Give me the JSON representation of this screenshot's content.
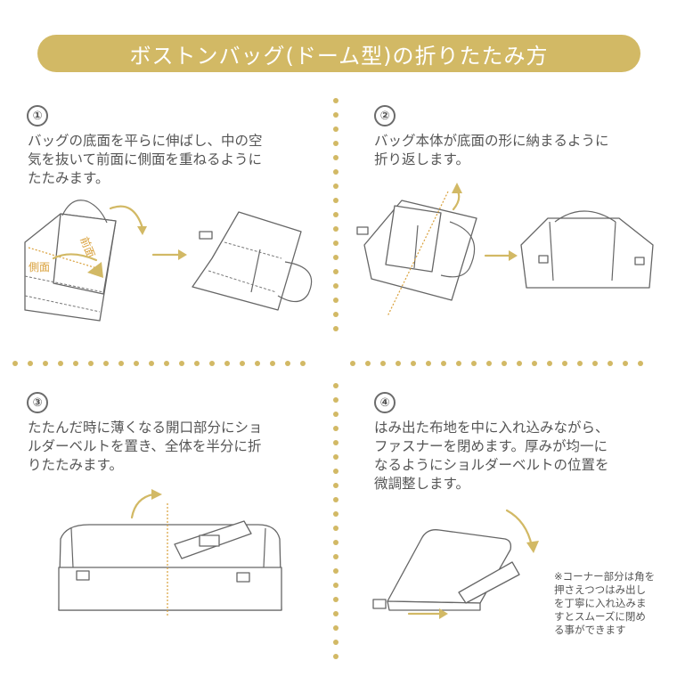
{
  "title": "ボストンバッグ(ドーム型)の折りたたみ方",
  "colors": {
    "accent": "#d2b965",
    "text": "#555555",
    "line": "#666666"
  },
  "steps": [
    {
      "number": "①",
      "lines": [
        "バッグの底面を平らに伸ばし、中の空",
        "気を抜いて前面に側面を重ねるように",
        "たたみます。"
      ],
      "labels": {
        "front": "前面",
        "side": "側面"
      }
    },
    {
      "number": "②",
      "lines": [
        "バッグ本体が底面の形に納まるように",
        "折り返します。"
      ]
    },
    {
      "number": "③",
      "lines": [
        "たたんだ時に薄くなる開口部分にショ",
        "ルダーベルトを置き、全体を半分に折",
        "りたたみます。"
      ]
    },
    {
      "number": "④",
      "lines": [
        "はみ出た布地を中に入れ込みながら、",
        "ファスナーを閉めます。厚みが均一に",
        "なるようにショルダーベルトの位置を",
        "微調整します。"
      ]
    }
  ],
  "note": {
    "lines": [
      "※コーナー部分は角を",
      "押さえつつはみ出し",
      "を丁寧に入れ込みま",
      "すとスムーズに閉め",
      "る事ができます"
    ]
  }
}
